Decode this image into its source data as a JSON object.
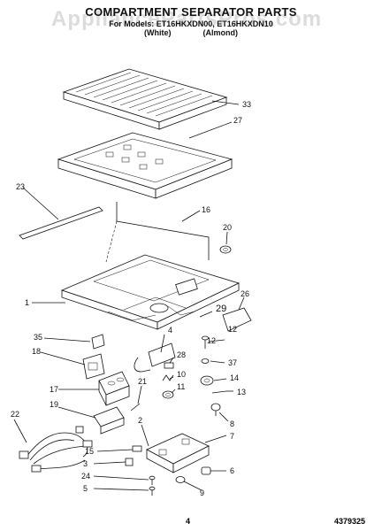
{
  "header": {
    "title": "COMPARTMENT SEPARATOR PARTS",
    "models": "For Models: ET16HKXDN00, ET16HKXDN10",
    "variant_white": "(White)",
    "variant_almond": "(Almond)"
  },
  "watermark": "AppliancePartsPros.com",
  "footer": {
    "page_number": "4",
    "doc_number": "4379325"
  },
  "callouts": {
    "c33": "33",
    "c27": "27",
    "c23": "23",
    "c16": "16",
    "c20": "20",
    "c1": "1",
    "c26": "26",
    "c29": "29",
    "c12": "12",
    "c35": "35",
    "c4": "4",
    "c18": "18",
    "c28": "28",
    "c37": "37",
    "c10": "10",
    "c14": "14",
    "c17": "17",
    "c21": "21",
    "c11": "11",
    "c13": "13",
    "c19": "19",
    "c8": "8",
    "c22": "22",
    "c7": "7",
    "c2": "2",
    "c15": "15",
    "c3": "3",
    "c6": "6",
    "c24": "24",
    "c5": "5",
    "c9": "9"
  }
}
